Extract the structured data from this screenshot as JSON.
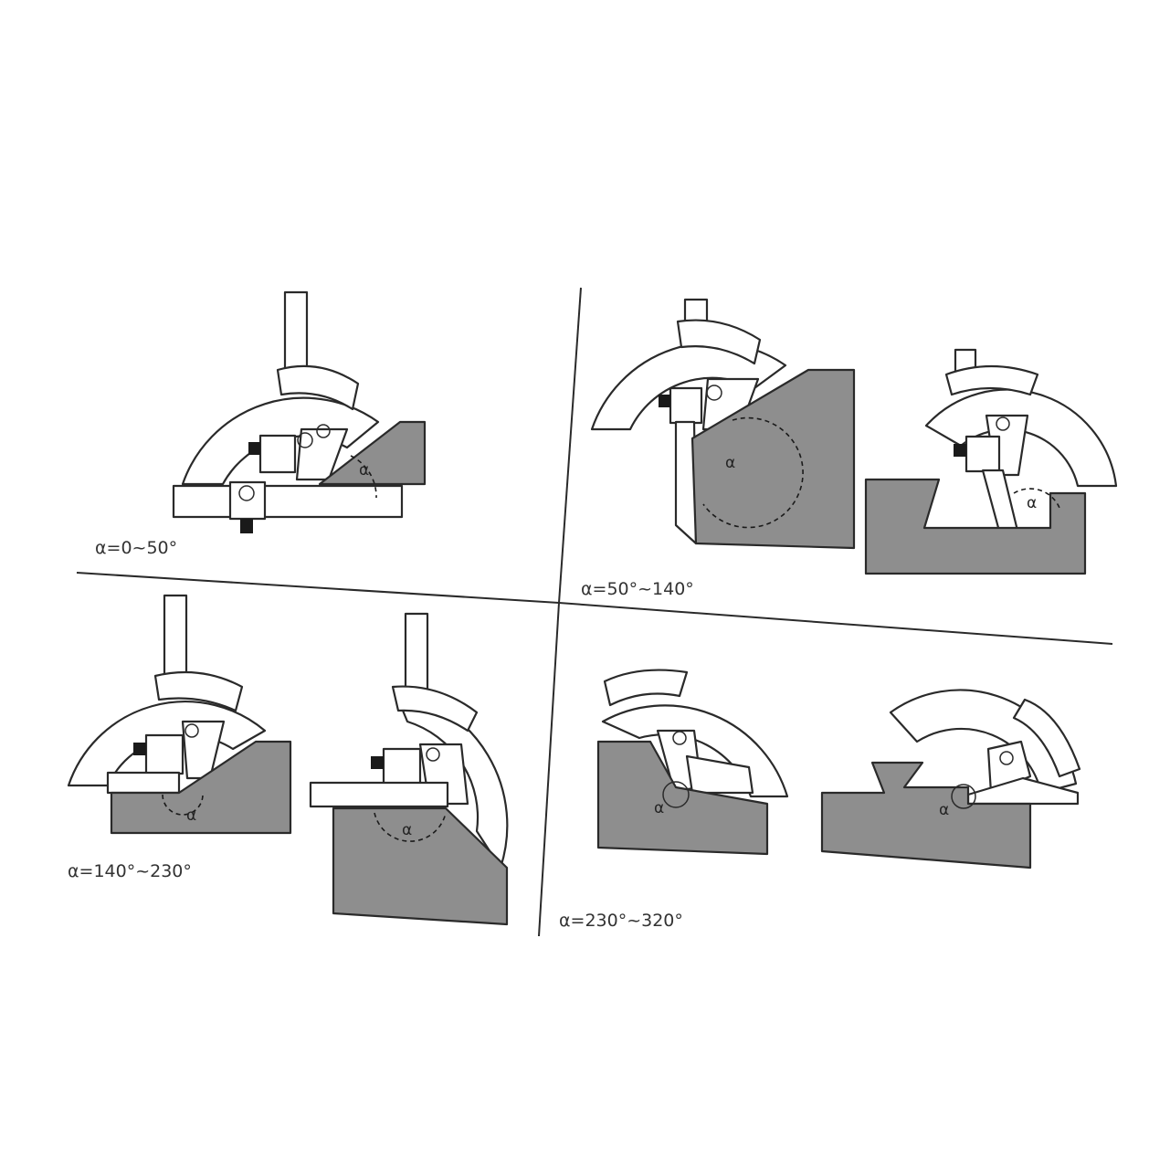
{
  "panels": [
    {
      "id": "panel-1",
      "caption": "α=0~50°",
      "angle_symbol": "α"
    },
    {
      "id": "panel-2",
      "caption": "α=50°~140°",
      "angle_symbol": "α"
    },
    {
      "id": "panel-3",
      "caption": "α=140°~230°",
      "angle_symbol": "α"
    },
    {
      "id": "panel-4",
      "caption": "α=230°~320°",
      "angle_symbol": "α"
    }
  ],
  "colors": {
    "workpiece": "#8e8e8e",
    "outline": "#2a2a2a",
    "background": "#ffffff"
  }
}
